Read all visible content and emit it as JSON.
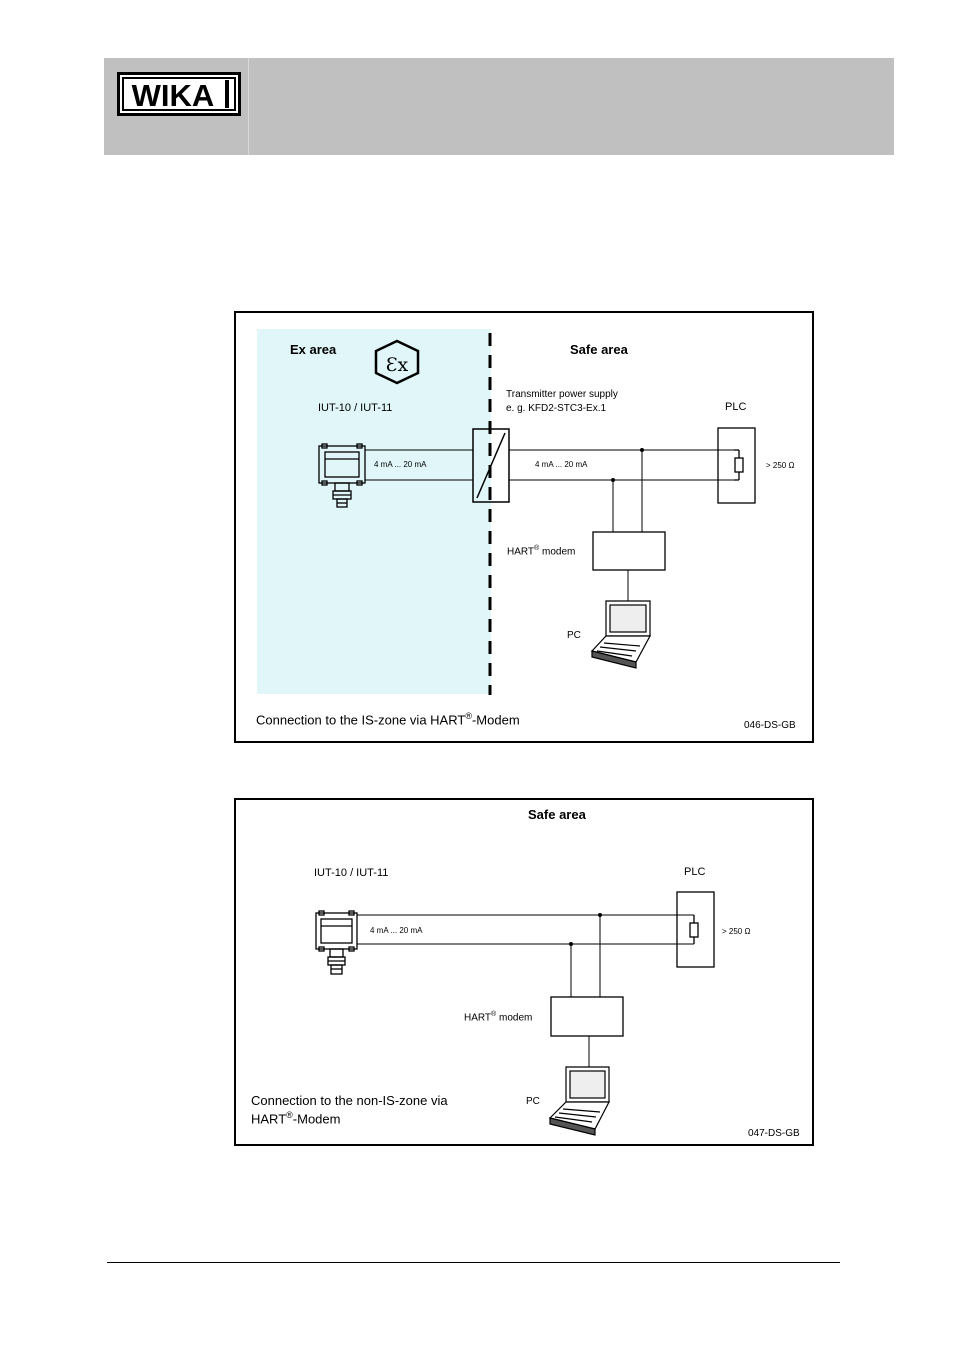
{
  "header": {
    "logo_text": "WIKA"
  },
  "figure1": {
    "ex_area_label": "Ex area",
    "safe_area_label": "Safe area",
    "device_label": "IUT-10 / IUT-11",
    "supply_label_line1": "Transmitter power supply",
    "supply_label_line2": "e. g. KFD2-STC3-Ex.1",
    "plc_label": "PLC",
    "signal_left": "4 mA ... 20 mA",
    "signal_right": "4 mA ... 20 mA",
    "resistance": "> 250 Ω",
    "modem_label": "HART",
    "modem_reg": "®",
    "modem_suffix": " modem",
    "pc_label": "PC",
    "caption_prefix": "Connection to the IS-zone via HART",
    "caption_reg": "®",
    "caption_suffix": "-Modem",
    "code": "046-DS-GB"
  },
  "figure2": {
    "safe_area_label": "Safe area",
    "device_label": "IUT-10 / IUT-11",
    "plc_label": "PLC",
    "signal": "4 mA ... 20 mA",
    "resistance": "> 250 Ω",
    "modem_label": "HART",
    "modem_reg": "®",
    "modem_suffix": " modem",
    "pc_label": "PC",
    "caption_line1": "Connection to the non-IS-zone via",
    "caption_line2_prefix": "HART",
    "caption_line2_reg": "®",
    "caption_line2_suffix": "-Modem",
    "code": "047-DS-GB"
  },
  "colors": {
    "header_bg": "#c0c0c0",
    "ex_zone": "#e0f6f8"
  }
}
